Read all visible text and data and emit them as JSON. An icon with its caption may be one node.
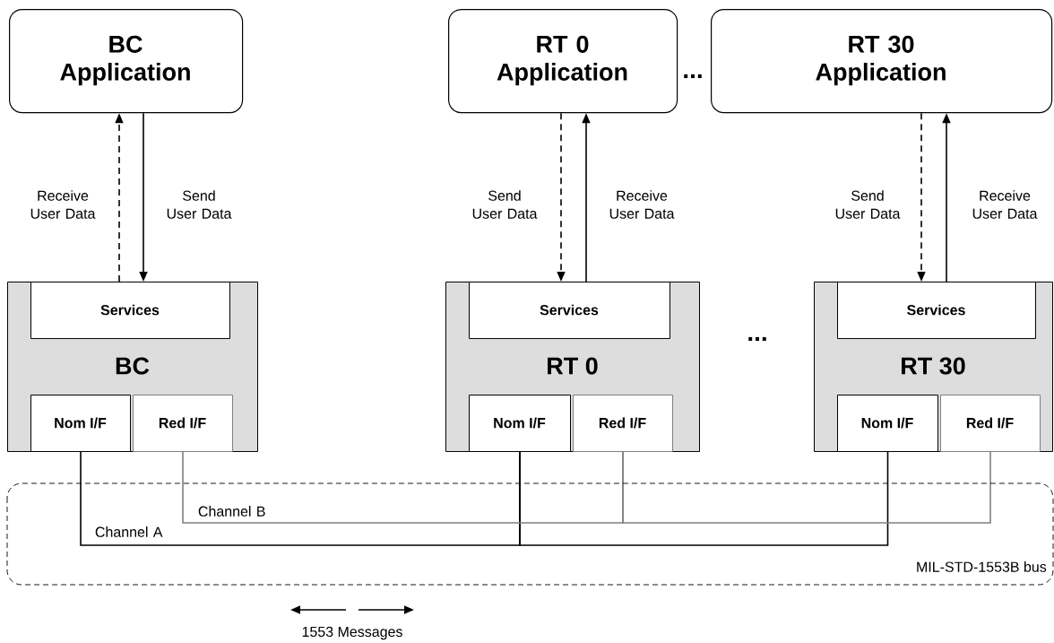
{
  "diagram": {
    "nodes": [
      {
        "text": [
          "BC Application"
        ]
      },
      {
        "text": [
          "RT 0 Application"
        ]
      },
      {
        "text": [
          "RT 30 Application"
        ]
      },
      {
        "text": [
          "BC"
        ]
      },
      {
        "text": [
          "Services"
        ],
        "in": 3
      },
      {
        "text": [
          "Nom I/F"
        ],
        "in": 3
      },
      {
        "text": [
          "Red I/F"
        ],
        "in": 3
      },
      {
        "text": [
          "RT 0"
        ]
      },
      {
        "text": [
          "Services"
        ],
        "in": 7
      },
      {
        "text": [
          "Nom I/F"
        ],
        "in": 7
      },
      {
        "text": [
          "Red I/F"
        ],
        "in": 7
      },
      {
        "text": [
          "RT 30"
        ]
      },
      {
        "text": [
          "Services"
        ],
        "in": 11
      },
      {
        "text": [
          "Nom I/F"
        ],
        "in": 11
      },
      {
        "text": [
          "Red I/F"
        ],
        "in": 11
      }
    ],
    "edges": [
      {
        "from": 4,
        "to": 0,
        "arrow": "to",
        "label": "Receive User Data",
        "style": "dashed"
      },
      {
        "from": 0,
        "to": 4,
        "arrow": "to",
        "label": "Send User Data"
      },
      {
        "from": 1,
        "to": 8,
        "arrow": "to",
        "label": "Send User Data",
        "style": "dashed"
      },
      {
        "from": 8,
        "to": 1,
        "arrow": "to",
        "label": "Receive User Data"
      },
      {
        "from": 2,
        "to": 12,
        "arrow": "to",
        "label": "Send User Data",
        "style": "dashed"
      },
      {
        "from": 12,
        "to": 2,
        "arrow": "to",
        "label": "Receive User Data"
      },
      {
        "from": 5,
        "to": 9,
        "arrow": "none",
        "label": "Channel A"
      },
      {
        "from": 9,
        "to": 13,
        "arrow": "none"
      },
      {
        "from": 6,
        "to": 10,
        "arrow": "none",
        "label": "Channel B",
        "color": "#808080"
      },
      {
        "from": 10,
        "to": 14,
        "arrow": "none",
        "color": "#808080"
      }
    ],
    "labels": [
      "...",
      "...",
      "MIL-STD-1553B bus",
      "1553 Messages"
    ]
  }
}
